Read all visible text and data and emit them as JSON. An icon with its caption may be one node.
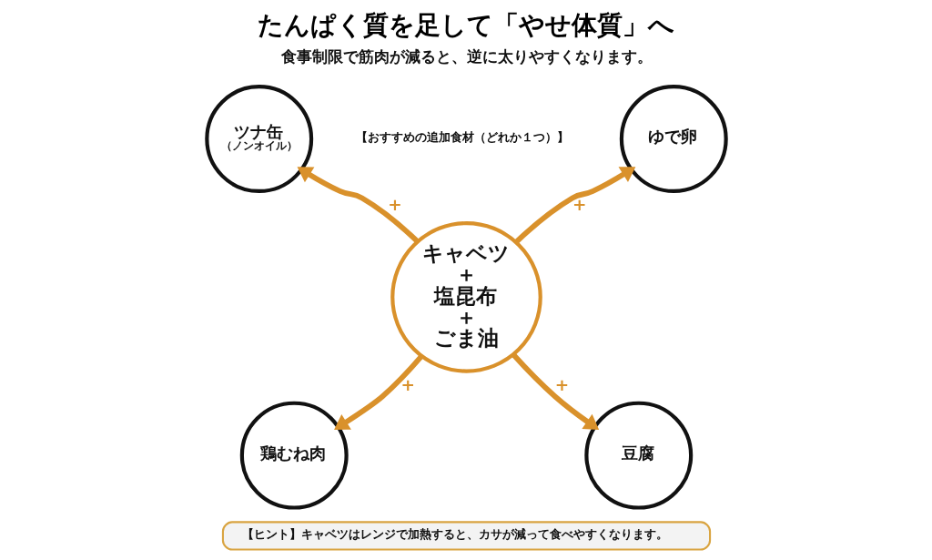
{
  "diagram": {
    "title": "たんぱく質を足して「やせ体質」へ",
    "nodes": [
      {
        "text": [
          "ツナ缶",
          "（ノンオイル）"
        ]
      },
      {
        "text": [
          "キャベツ",
          "＋",
          "塩昆布",
          "＋",
          "ごま油"
        ]
      },
      {
        "text": [
          "ゆで卵"
        ]
      },
      {
        "text": [
          "鶏むね肉"
        ]
      },
      {
        "text": [
          "豆腐"
        ]
      },
      {
        "text": [
          "【ヒント】キャベツはレンジで加熱すると、カサが減って食べやすくなります。"
        ]
      }
    ],
    "edges": [
      {
        "from": 1,
        "to": 0,
        "arrow": "to",
        "label": "+"
      },
      {
        "from": 1,
        "to": 2,
        "arrow": "to",
        "label": "+"
      },
      {
        "from": 1,
        "to": 3,
        "arrow": "to",
        "label": "+"
      },
      {
        "from": 1,
        "to": 4,
        "arrow": "to",
        "label": "+"
      }
    ],
    "labels": [
      "食事制限で筋肉が減ると、逆に太りやすくなります。",
      "【おすすめの追加食材（どれか１つ）】"
    ]
  }
}
